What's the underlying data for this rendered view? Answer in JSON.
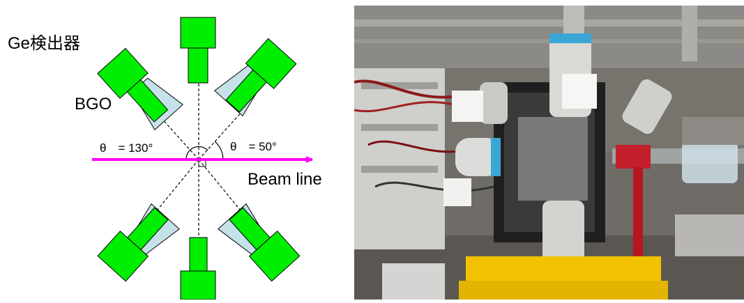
{
  "diagram": {
    "labels": {
      "detector": "Ge検出器",
      "bgo": "BGO",
      "theta_back": "θ　= 130°",
      "theta_fwd": "θ　= 50°",
      "beam": "Beam line"
    },
    "colors": {
      "ge_detector": "#00ee00",
      "bgo_shield": "#c5e1ea",
      "beam": "#ff00ff",
      "outline": "#000000"
    }
  },
  "photo": {
    "description_visible": ""
  }
}
